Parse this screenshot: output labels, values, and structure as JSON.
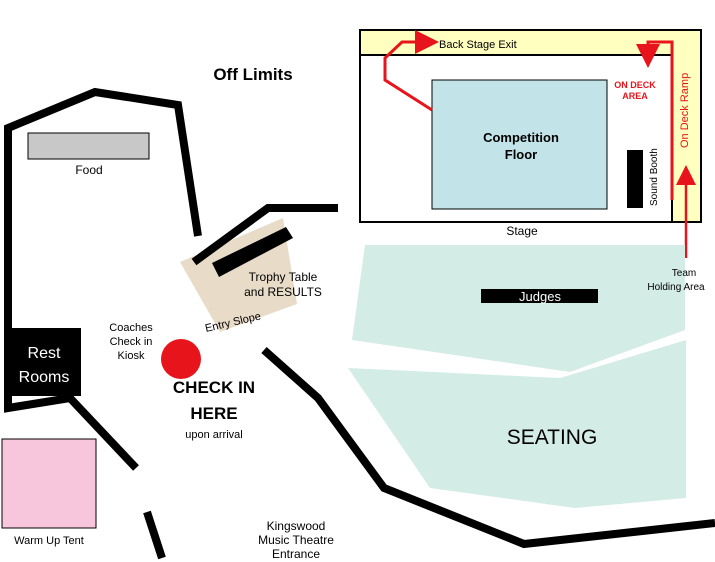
{
  "labels": {
    "off_limits": "Off Limits",
    "food": "Food",
    "back_stage_exit": "Back Stage Exit",
    "on_deck_area_line1": "ON DECK",
    "on_deck_area_line2": "AREA",
    "on_deck_ramp": "On Deck Ramp",
    "competition_floor_line1": "Competition",
    "competition_floor_line2": "Floor",
    "sound_booth": "Sound Booth",
    "stage": "Stage",
    "team_holding_area_line1": "Team",
    "team_holding_area_line2": "Holding Area",
    "judges": "Judges",
    "trophy_table_line1": "Trophy Table",
    "trophy_table_line2": "and RESULTS",
    "entry_slope": "Entry Slope",
    "coaches_kiosk_line1": "Coaches",
    "coaches_kiosk_line2": "Check in",
    "coaches_kiosk_line3": "Kiosk",
    "rest_rooms_line1": "Rest",
    "rest_rooms_line2": "Rooms",
    "check_in_line1": "CHECK IN",
    "check_in_line2": "HERE",
    "upon_arrival": "upon arrival",
    "seating": "SEATING",
    "warm_up_tent": "Warm Up Tent",
    "entrance_line1": "Kingswood",
    "entrance_line2": "Music Theatre",
    "entrance_line3": "Entrance"
  },
  "colors": {
    "walls": "#000000",
    "backstage_corridor": "#ffffc0",
    "competition_floor": "#c2e4e8",
    "seating": "#d4ece6",
    "entry_slope": "#e8dcc8",
    "warm_up_tent": "#f8c6dc",
    "food": "#c8c8c8",
    "route_arrows": "#e8141b",
    "check_in_marker": "#e8141b"
  }
}
